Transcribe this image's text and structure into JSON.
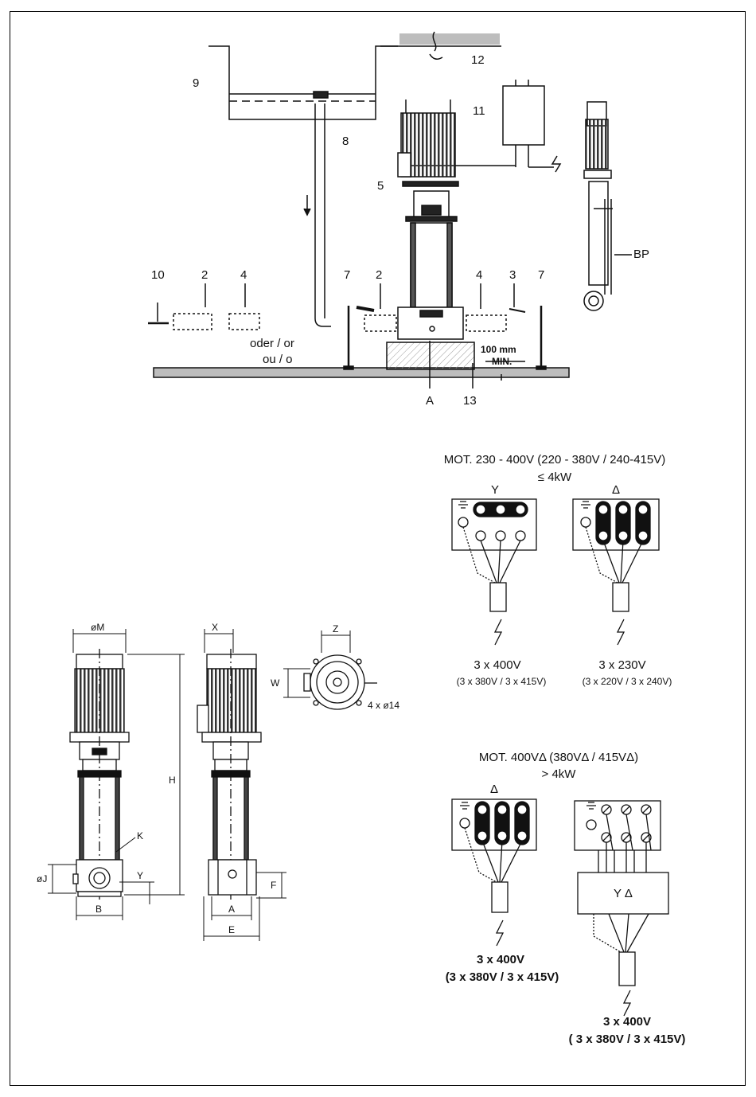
{
  "installation": {
    "callouts": {
      "n9": "9",
      "n8": "8",
      "n12": "12",
      "n11": "11",
      "n5": "5",
      "n10": "10",
      "n2a": "2",
      "n4a": "4",
      "n7a": "7",
      "n2b": "2",
      "n4b": "4",
      "n3": "3",
      "n7b": "7",
      "n13": "13",
      "nA": "A",
      "bp": "BP"
    },
    "note_line1": "oder / or",
    "note_line2": "ou / o",
    "dist_line1": "100 mm",
    "dist_line2": "MIN."
  },
  "dimensions": {
    "oM": "øM",
    "X": "X",
    "Z": "Z",
    "W": "W",
    "hole": "4 x ø14",
    "H": "H",
    "K": "K",
    "oJ": "øJ",
    "Y": "Y",
    "B": "B",
    "A": "A",
    "E": "E",
    "F": "F"
  },
  "wiring_small": {
    "title": "MOT. 230 - 400V (220 - 380V / 240-415V)",
    "subtitle": "≤ 4kW",
    "star": {
      "symbol": "Y",
      "voltage": "3 x 400V",
      "voltage_alt": "(3 x 380V / 3 x 415V)"
    },
    "delta": {
      "symbol": "Δ",
      "voltage": "3 x 230V",
      "voltage_alt": "(3 x 220V / 3 x 240V)"
    }
  },
  "wiring_large": {
    "title": "MOT. 400VΔ (380VΔ / 415VΔ)",
    "subtitle": "> 4kW",
    "delta": {
      "symbol": "Δ",
      "voltage": "3 x 400V",
      "voltage_alt": "(3 x 380V / 3 x 415V)"
    },
    "star_delta": {
      "box_label": "Y Δ",
      "voltage": "3 x 400V",
      "voltage_alt": "( 3 x 380V / 3 x 415V)"
    }
  }
}
